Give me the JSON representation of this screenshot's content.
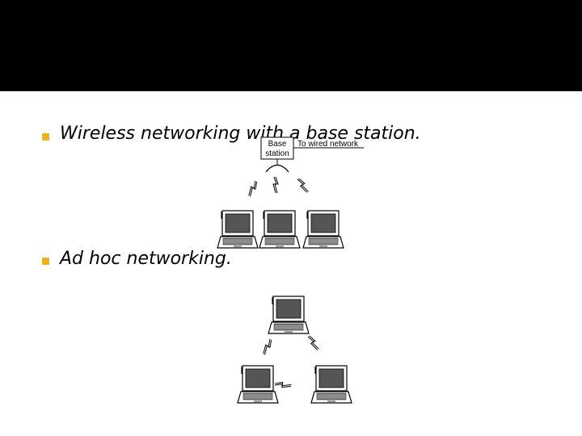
{
  "slide": {
    "bullets": [
      {
        "text": "Wireless networking with a base station."
      },
      {
        "text": "Ad hoc networking."
      }
    ]
  },
  "diagram_infra": {
    "base_label_line1": "Base",
    "base_label_line2": "station",
    "wired_label": "To wired network"
  },
  "colors": {
    "bullet_marker": "#e8b325",
    "title_bar": "#000000"
  },
  "icons": {
    "laptop": "laptop-icon",
    "wireless": "lightning-bolt-icon",
    "antenna": "antenna-icon"
  }
}
